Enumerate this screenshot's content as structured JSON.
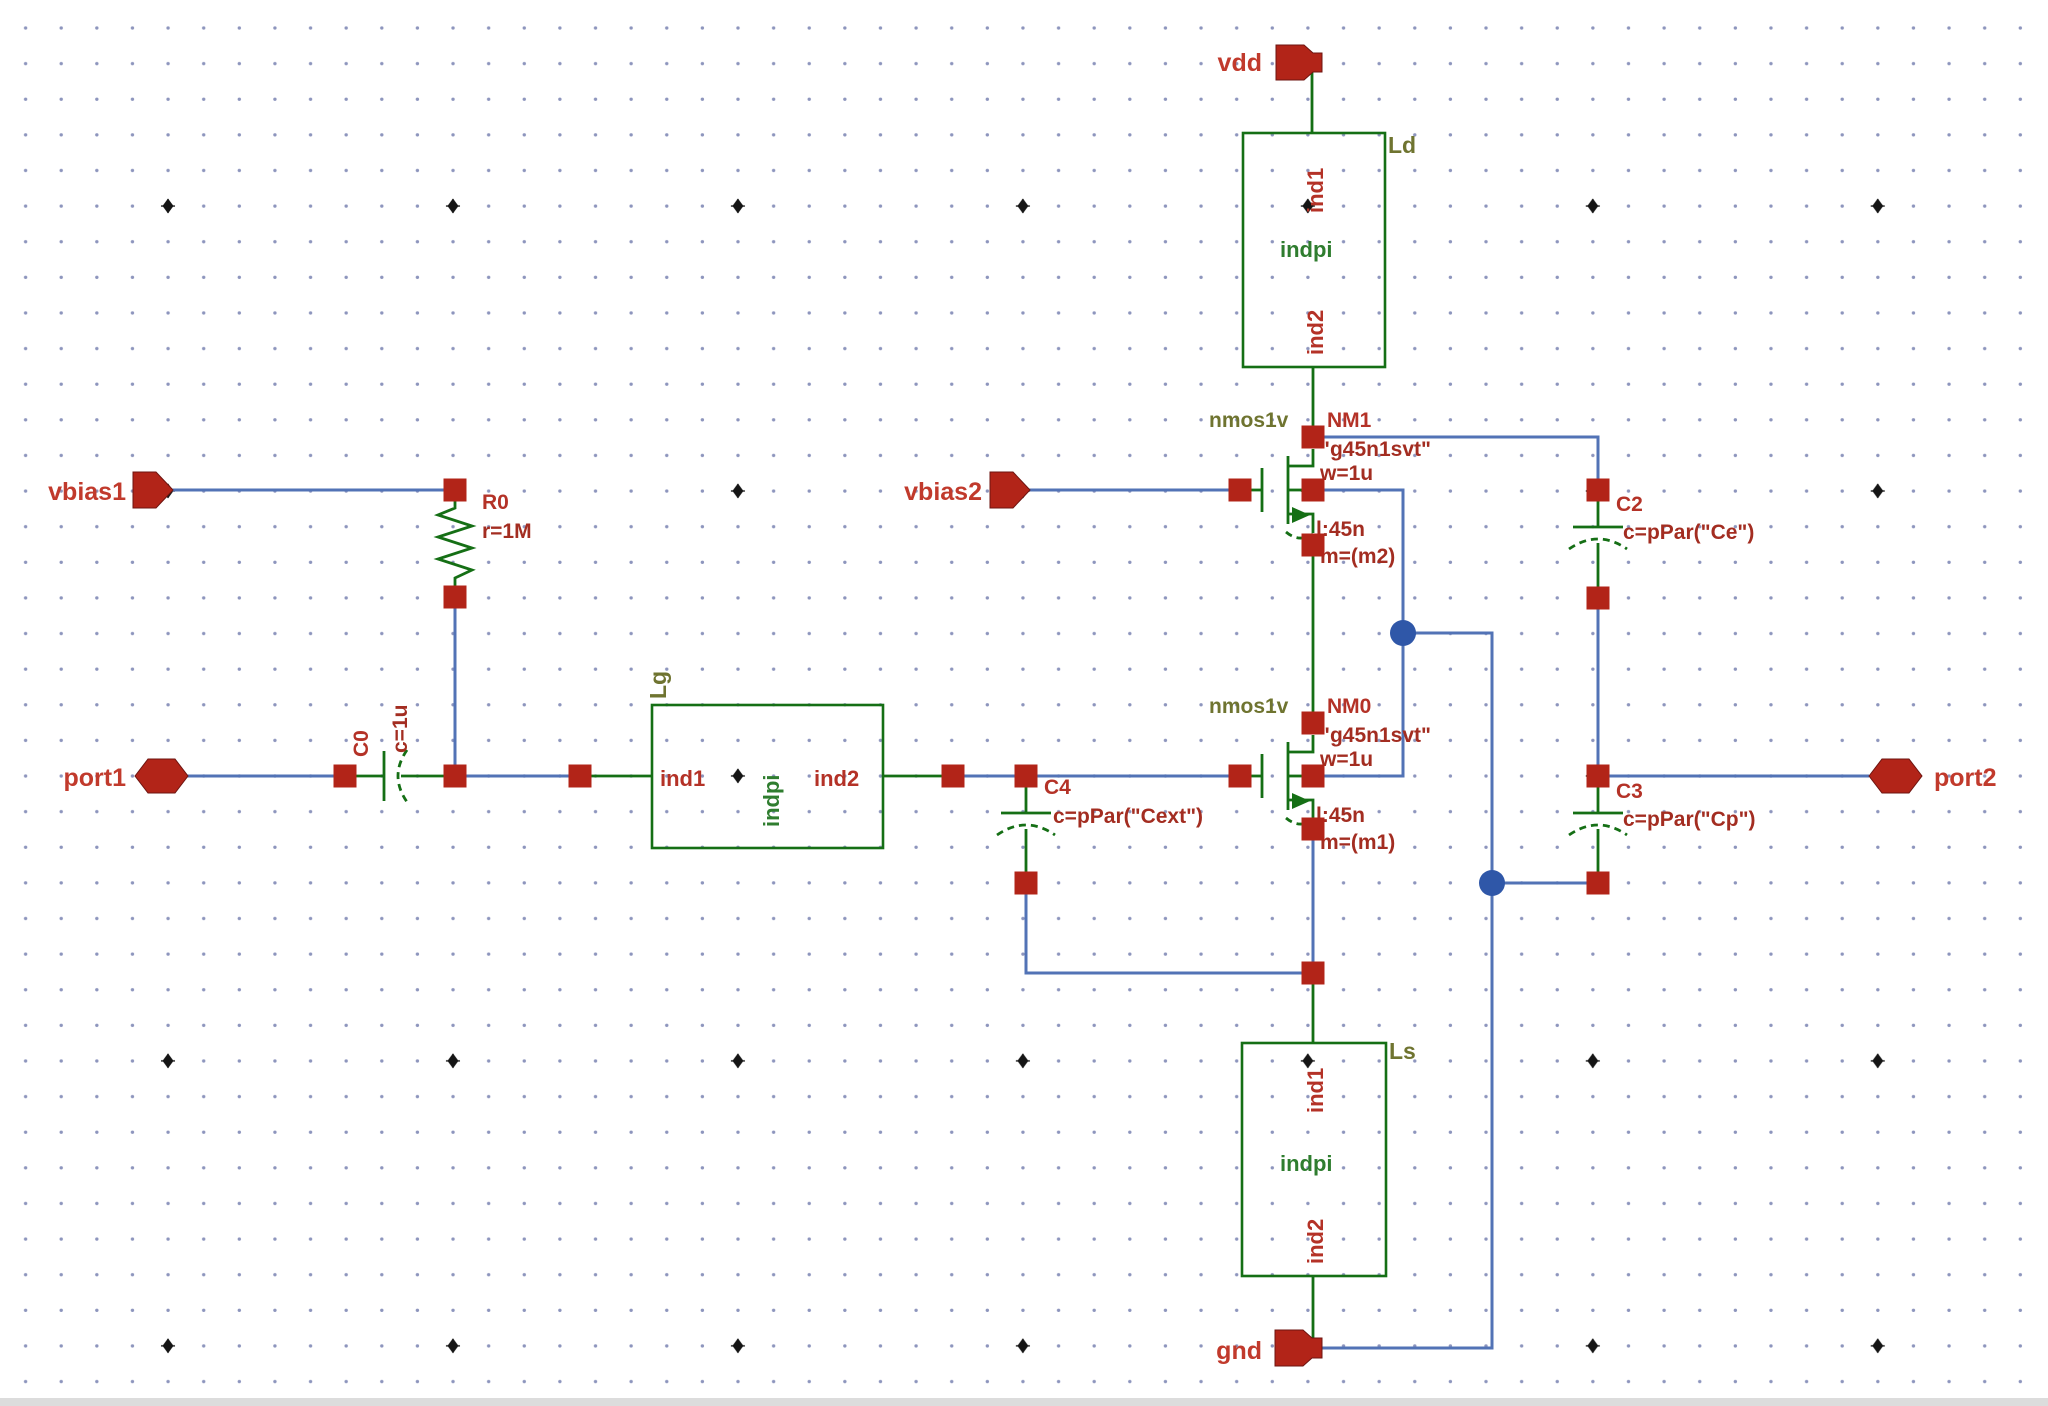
{
  "schematic": {
    "ports": {
      "vdd": "vdd",
      "gnd": "gnd",
      "vbias1": "vbias1",
      "vbias2": "vbias2",
      "port1": "port1",
      "port2": "port2"
    },
    "inductors": {
      "ld": {
        "name": "Ld",
        "cell": "indpi",
        "pin_top": "ind1",
        "pin_bottom": "ind2"
      },
      "lg": {
        "name": "Lg",
        "cell": "indpi",
        "pin_left": "ind1",
        "pin_right": "ind2"
      },
      "ls": {
        "name": "Ls",
        "cell": "indpi",
        "pin_top": "ind1",
        "pin_bottom": "ind2"
      }
    },
    "resistors": {
      "r0": {
        "name": "R0",
        "value": "r=1M"
      }
    },
    "capacitors": {
      "c0": {
        "name": "C0",
        "value": "c=1u"
      },
      "c2": {
        "name": "C2",
        "value": "c=pPar(\"Ce\")"
      },
      "c3": {
        "name": "C3",
        "value": "c=pPar(\"Cp\")"
      },
      "c4": {
        "name": "C4",
        "value": "c=pPar(\"Cext\")"
      }
    },
    "transistors": {
      "nm1": {
        "cell": "nmos1v",
        "name": "NM1",
        "model": "\"g45n1svt\"",
        "width": "w=1u",
        "length": "l:45n",
        "multiplier": "m=(m2)"
      },
      "nm0": {
        "cell": "nmos1v",
        "name": "NM0",
        "model": "\"g45n1svt\"",
        "width": "w=1u",
        "length": "l:45n",
        "multiplier": "m=(m1)"
      }
    }
  }
}
